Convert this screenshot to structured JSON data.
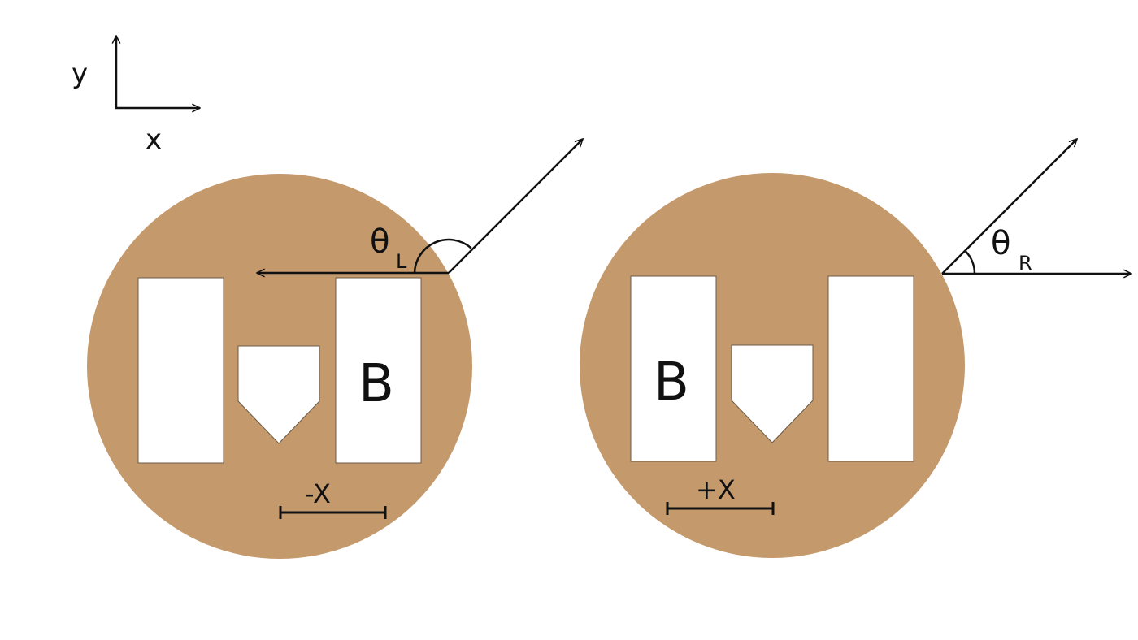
{
  "colors": {
    "disc": "#C4996C",
    "ink": "#111111",
    "panel": "#FFFFFF"
  },
  "axes": {
    "y_label": "y",
    "x_label": "x"
  },
  "left_figure": {
    "box_label": "B",
    "angle_symbol": "θ",
    "angle_subscript": "L",
    "displacement_label": "-X"
  },
  "right_figure": {
    "box_label": "B",
    "angle_symbol": "θ",
    "angle_subscript": "R",
    "displacement_label": "+X"
  }
}
